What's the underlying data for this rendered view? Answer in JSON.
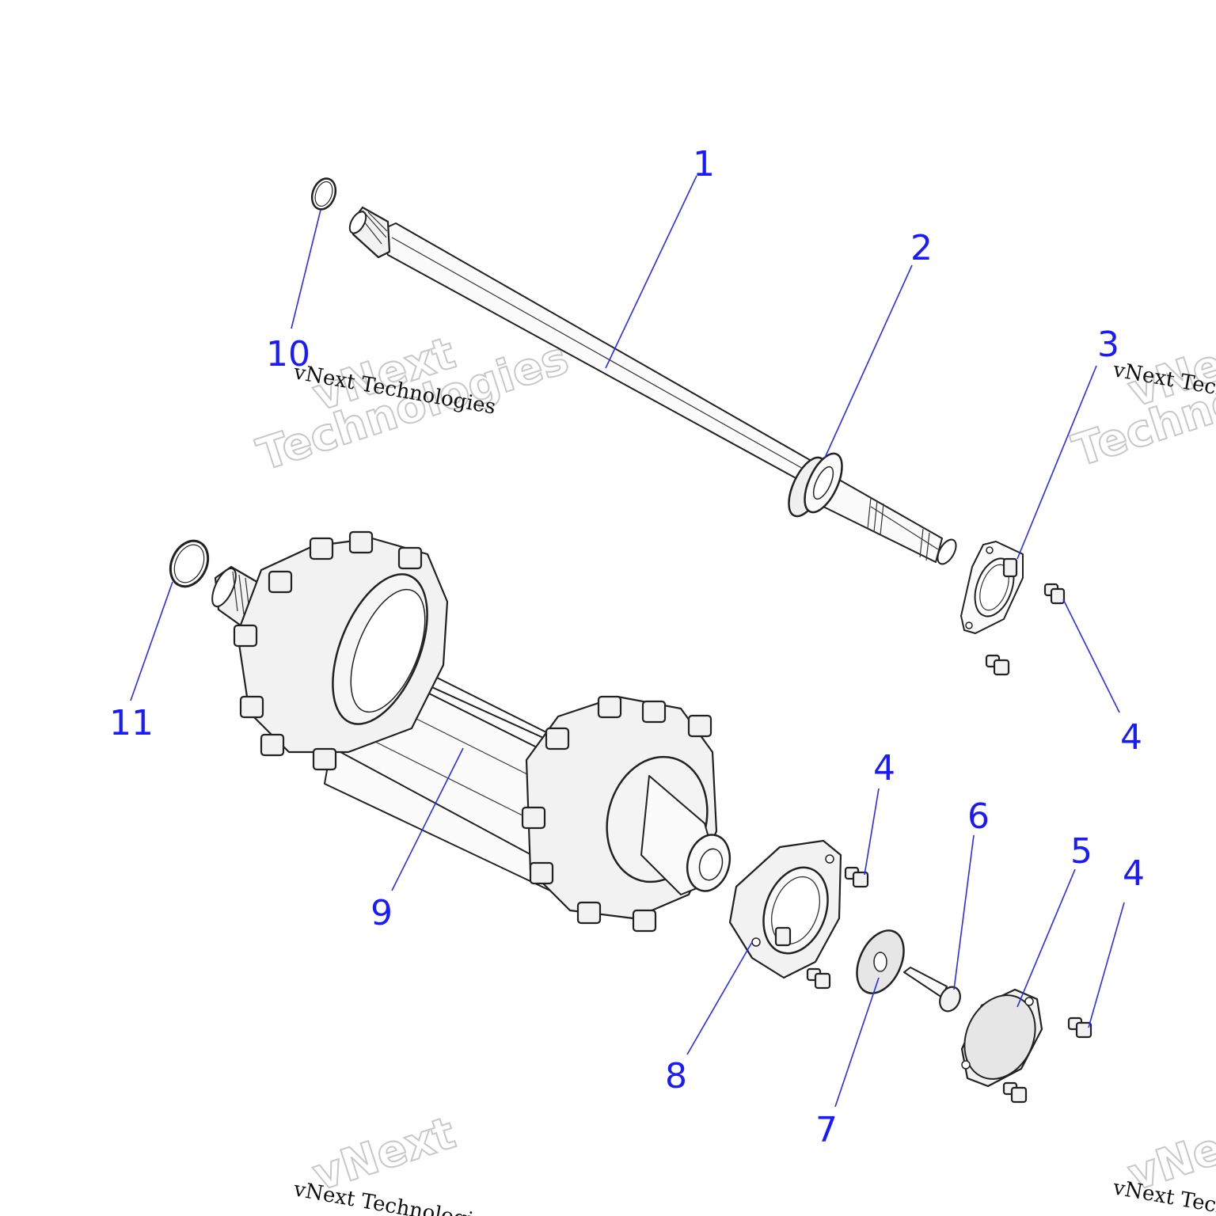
{
  "callouts": [
    {
      "id": "1",
      "label": "1"
    },
    {
      "id": "2",
      "label": "2"
    },
    {
      "id": "3",
      "label": "3"
    },
    {
      "id": "4a",
      "label": "4"
    },
    {
      "id": "4b",
      "label": "4"
    },
    {
      "id": "4c",
      "label": "4"
    },
    {
      "id": "5",
      "label": "5"
    },
    {
      "id": "6",
      "label": "6"
    },
    {
      "id": "7",
      "label": "7"
    },
    {
      "id": "8",
      "label": "8"
    },
    {
      "id": "9",
      "label": "9"
    },
    {
      "id": "10",
      "label": "10"
    },
    {
      "id": "11",
      "label": "11"
    }
  ],
  "watermark": {
    "plain": "vNext Technologies",
    "outline_line1": "vNext",
    "outline_line2": "Technologies"
  },
  "colors": {
    "callout": "#1a1aff",
    "line_art": "#222222",
    "background": "#ffffff"
  }
}
